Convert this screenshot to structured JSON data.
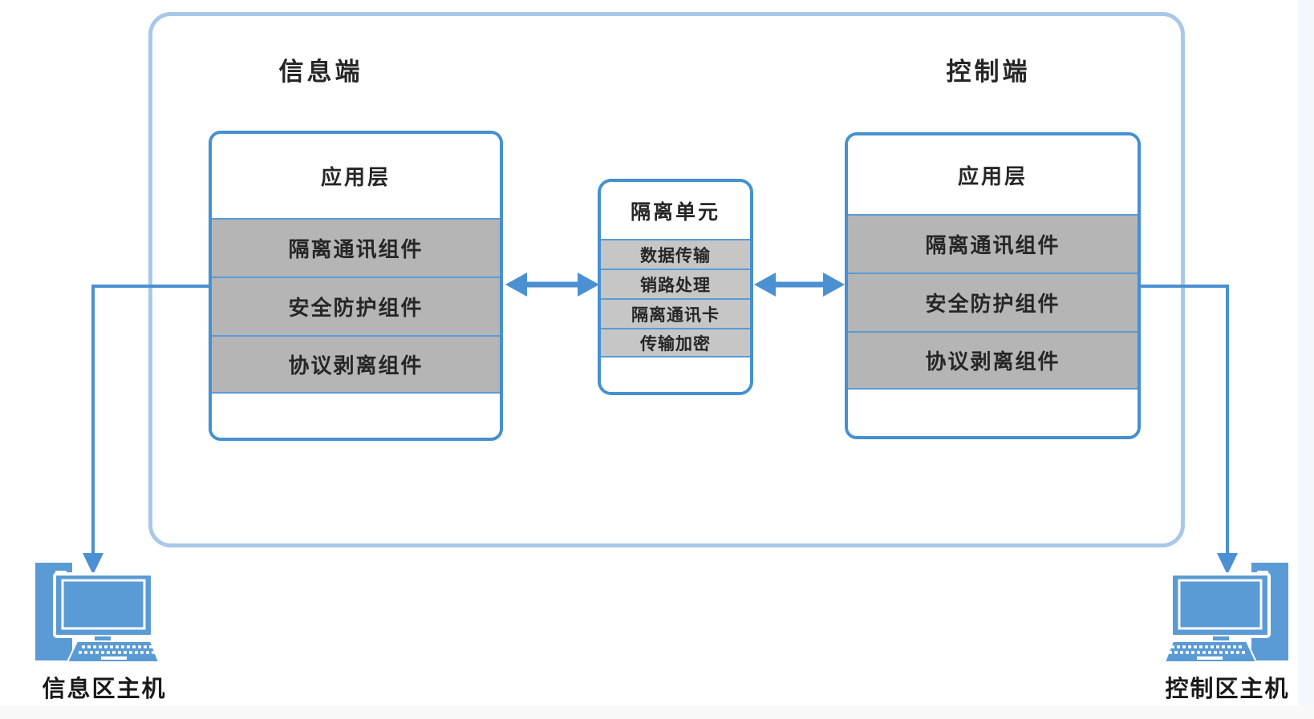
{
  "colors": {
    "outer_frame_border": "#a9c8e8",
    "box_border": "#4690d0",
    "row_divider": "#5b9bd5",
    "side_row_fill": "#b5b5b5",
    "unit_row_fill": "#c6c6c6",
    "connector": "#4a90d2",
    "computer_fill": "#5b9bd5",
    "text": "#262626",
    "canvas_bg": "#ffffff"
  },
  "diagram": {
    "info_side": {
      "title": "信息端",
      "stack": {
        "header": "应用层",
        "rows": [
          "隔离通讯组件",
          "安全防护组件",
          "协议剥离组件"
        ]
      },
      "host_label": "信息区主机"
    },
    "control_side": {
      "title": "控制端",
      "stack": {
        "header": "应用层",
        "rows": [
          "隔离通讯组件",
          "安全防护组件",
          "协议剥离组件"
        ]
      },
      "host_label": "控制区主机"
    },
    "isolation_unit": {
      "header": "隔离单元",
      "rows": [
        "数据传输",
        "销路处理",
        "隔离通讯卡",
        "传输加密"
      ]
    }
  }
}
